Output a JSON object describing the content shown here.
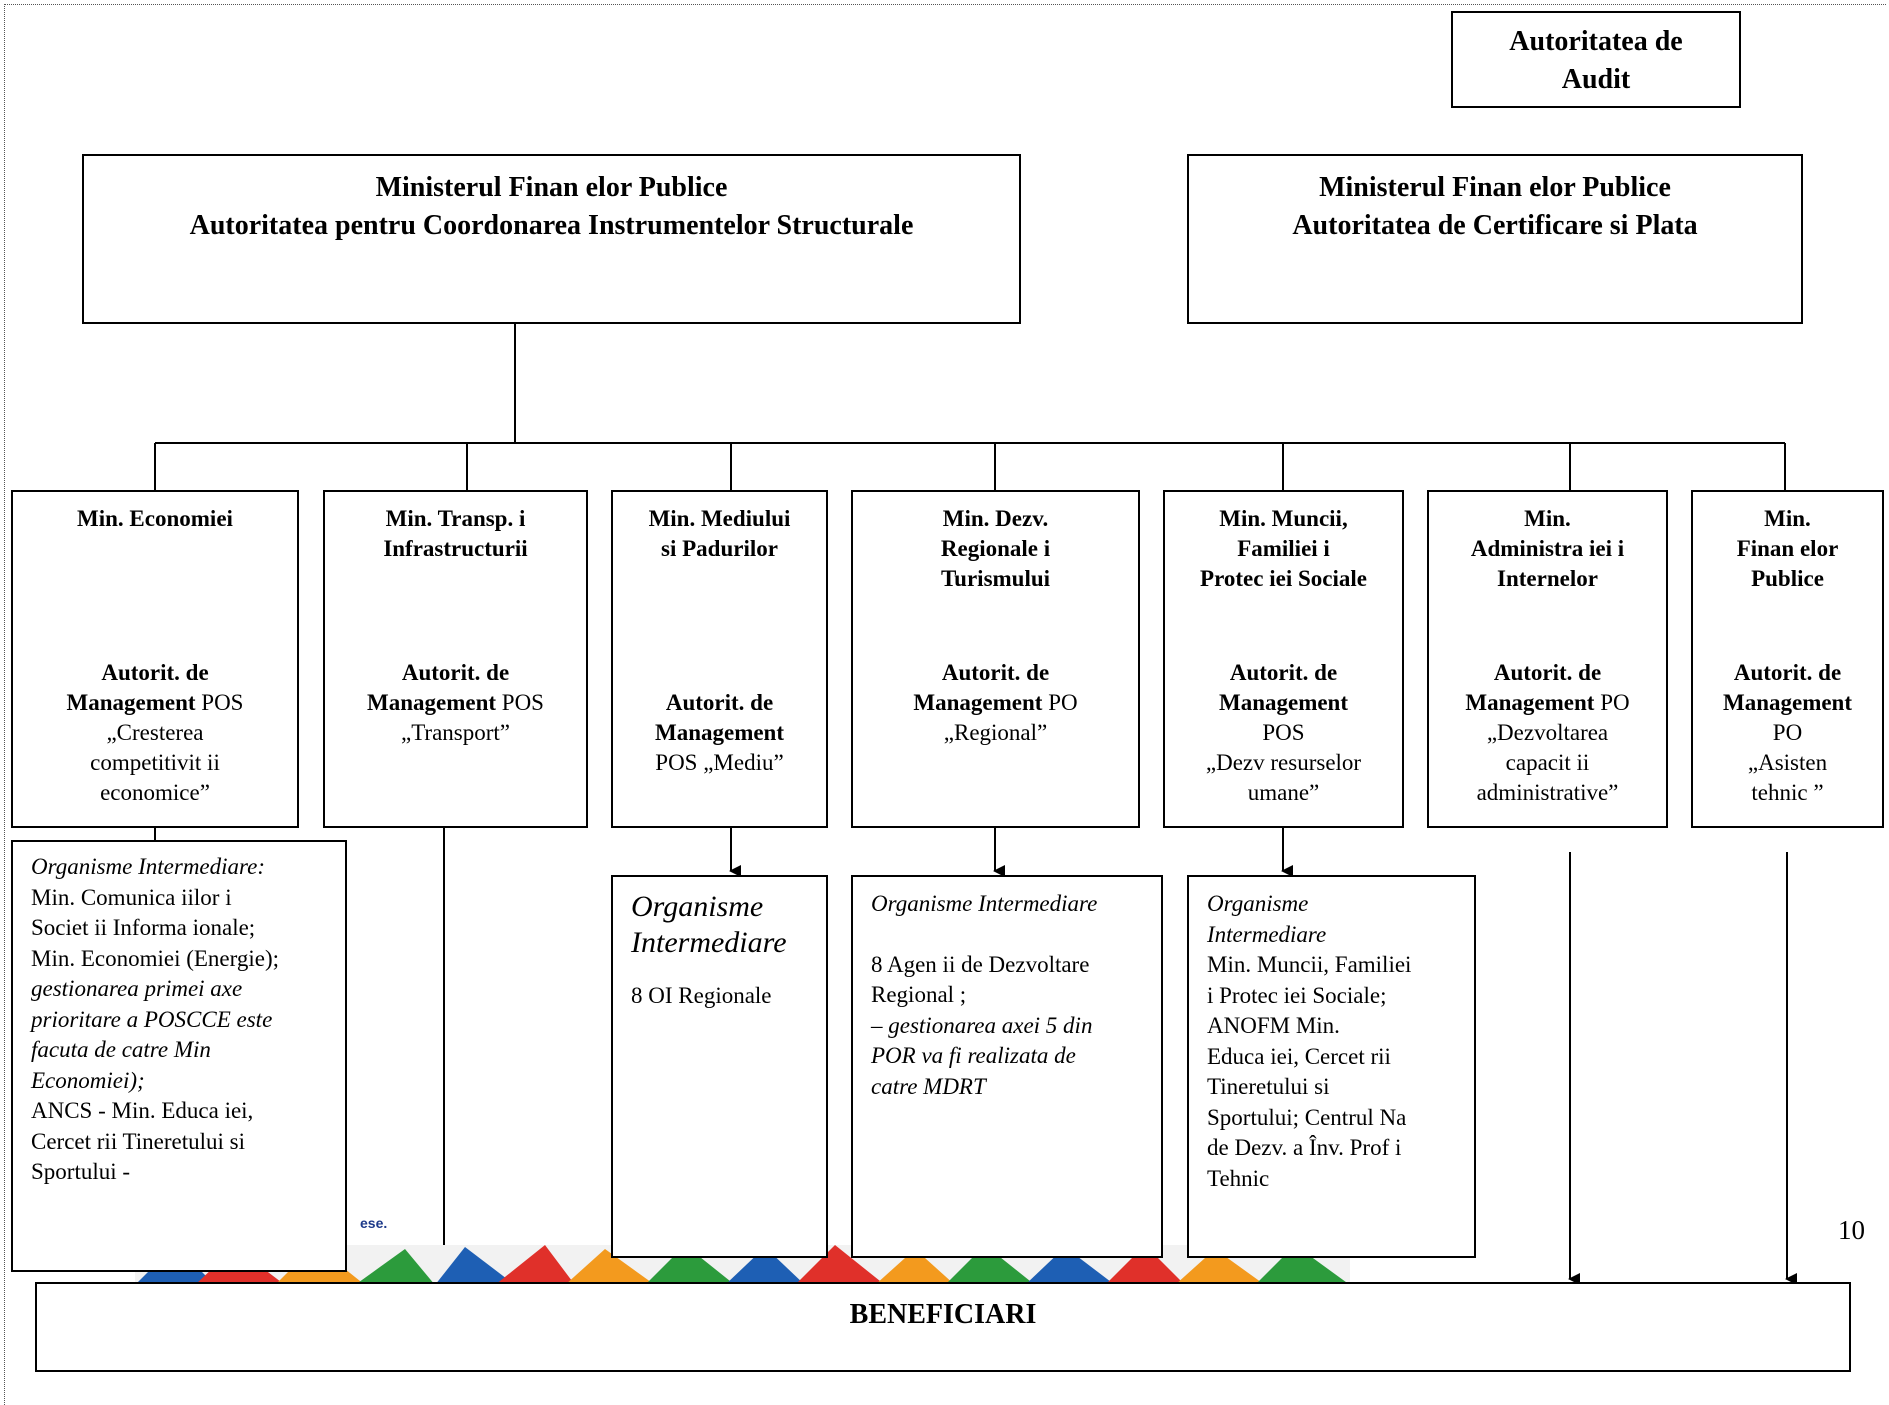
{
  "audit": {
    "line1": "Autoritatea de",
    "line2": "Audit"
  },
  "coord": {
    "line1": "Ministerul  Finan elor Publice",
    "line2": "Autoritatea pentru Coordonarea Instrumentelor Structurale"
  },
  "cert": {
    "line1": "Ministerul Finan elor Publice",
    "line2": "Autoritatea de Certificare si Plata"
  },
  "ministries": [
    {
      "name": [
        "Min. Economiei"
      ],
      "am": [
        "Autorit. de",
        "Management"
      ],
      "program": [
        "POS",
        "„Cresterea",
        "competitivit   ii",
        "economice”"
      ]
    },
    {
      "name": [
        "Min. Transp.   i",
        "Infrastructurii"
      ],
      "am": [
        "Autorit. de",
        "Management"
      ],
      "program": [
        "POS",
        "„Transport”"
      ]
    },
    {
      "name": [
        "Min. Mediului",
        "si Padurilor"
      ],
      "am": [
        "Autorit. de",
        "Management"
      ],
      "program": [
        "POS „Mediu”"
      ]
    },
    {
      "name": [
        "Min. Dezv.",
        "Regionale   i",
        "Turismului"
      ],
      "am": [
        "Autorit. de",
        "Management"
      ],
      "program": [
        "PO",
        "„Regional”"
      ]
    },
    {
      "name": [
        "Min. Muncii,",
        "Familiei   i",
        "Protec iei Sociale"
      ],
      "am": [
        "Autorit. de",
        "Management"
      ],
      "program": [
        "POS",
        "„Dezv resurselor",
        "umane”"
      ]
    },
    {
      "name": [
        "Min.",
        "Administra iei   i",
        "Internelor"
      ],
      "am": [
        "Autorit. de",
        "Management"
      ],
      "program": [
        "PO",
        "„Dezvoltarea",
        "capacit   ii",
        "administrative”"
      ]
    },
    {
      "name": [
        "Min.",
        "Finan elor",
        "Publice"
      ],
      "am": [
        "Autorit. de",
        "Management"
      ],
      "program": [
        "PO",
        "„Asisten",
        "tehnic  ”"
      ]
    }
  ],
  "oi": [
    {
      "lines": [
        {
          "t": "Organisme Intermediare:",
          "i": true
        },
        {
          "t": "Min. Comunica iilor   i",
          "i": false
        },
        {
          "t": "Societ   ii Informa ionale;",
          "i": false
        },
        {
          "t": "Min. Economiei (Energie);",
          "i": false
        },
        {
          "t": "gestionarea primei axe",
          "i": true
        },
        {
          "t": "prioritare a POSCCE este",
          "i": true
        },
        {
          "t": "facuta de catre Min",
          "i": true
        },
        {
          "t": "Economiei);",
          "i": true
        },
        {
          "t": "ANCS - Min. Educa iei,",
          "i": false
        },
        {
          "t": "Cercet  rii Tineretului si",
          "i": false
        },
        {
          "t": "Sportului -",
          "i": false
        }
      ]
    },
    {
      "lines": [
        {
          "t": "Organisme",
          "i": true
        },
        {
          "t": "Intermediare",
          "i": true
        },
        {
          "t": "",
          "i": false
        },
        {
          "t": "8 OI Regionale",
          "i": false
        }
      ]
    },
    {
      "lines": [
        {
          "t": "Organisme Intermediare",
          "i": true
        },
        {
          "t": "",
          "i": false
        },
        {
          "t": "8 Agen ii de Dezvoltare",
          "i": false
        },
        {
          "t": "Regional  ;",
          "i": false
        },
        {
          "t": "– gestionarea axei 5 din",
          "i": true
        },
        {
          "t": "POR va fi realizata de",
          "i": true
        },
        {
          "t": "catre MDRT",
          "i": true
        }
      ]
    },
    {
      "lines": [
        {
          "t": "Organisme",
          "i": true
        },
        {
          "t": "Intermediare",
          "i": true
        },
        {
          "t": "Min. Muncii, Familiei",
          "i": false
        },
        {
          "t": " i Protec iei Sociale;",
          "i": false
        },
        {
          "t": "ANOFM Min.",
          "i": false
        },
        {
          "t": "Educa iei, Cercet  rii",
          "i": false
        },
        {
          "t": "Tineretului si",
          "i": false
        },
        {
          "t": "Sportului; Centrul Na",
          "i": false
        },
        {
          "t": "de Dezv. a Înv. Prof   i",
          "i": false
        },
        {
          "t": "Tehnic",
          "i": false
        }
      ]
    }
  ],
  "beneficiari": "BENEFICIARI",
  "page_number": "10",
  "banner_caption": "ese."
}
